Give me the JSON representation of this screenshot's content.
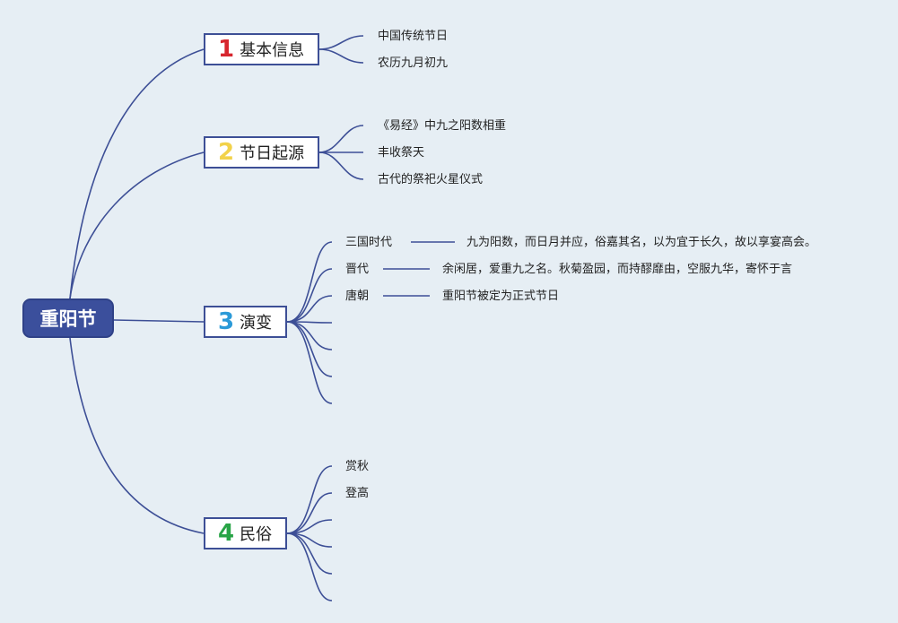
{
  "root": {
    "label": "重阳节"
  },
  "colors": {
    "line": "#3d4f96",
    "root_fill": "#3b4f9c",
    "num1": "#d7262e",
    "num2": "#f2d24a",
    "num3": "#2b9ad8",
    "num4": "#28a446"
  },
  "branches": [
    {
      "num": "1",
      "label": "基本信息",
      "children": [
        "中国传统节日",
        "农历九月初九"
      ]
    },
    {
      "num": "2",
      "label": "节日起源",
      "children": [
        "《易经》中九之阳数相重",
        "丰收祭天",
        "古代的祭祀火星仪式"
      ]
    },
    {
      "num": "3",
      "label": "演变",
      "children": [
        {
          "label": "三国时代",
          "detail": "九为阳数，而日月并应，俗嘉其名，以为宜于长久，故以享宴高会。"
        },
        {
          "label": "晋代",
          "detail": "余闲居，爱重九之名。秋菊盈园，而持醪靡由，空服九华，寄怀于言"
        },
        {
          "label": "唐朝",
          "detail": "重阳节被定为正式节日"
        },
        {
          "label": ""
        },
        {
          "label": ""
        },
        {
          "label": ""
        },
        {
          "label": ""
        }
      ]
    },
    {
      "num": "4",
      "label": "民俗",
      "children": [
        "赏秋",
        "登高",
        "",
        "",
        "",
        ""
      ]
    }
  ]
}
